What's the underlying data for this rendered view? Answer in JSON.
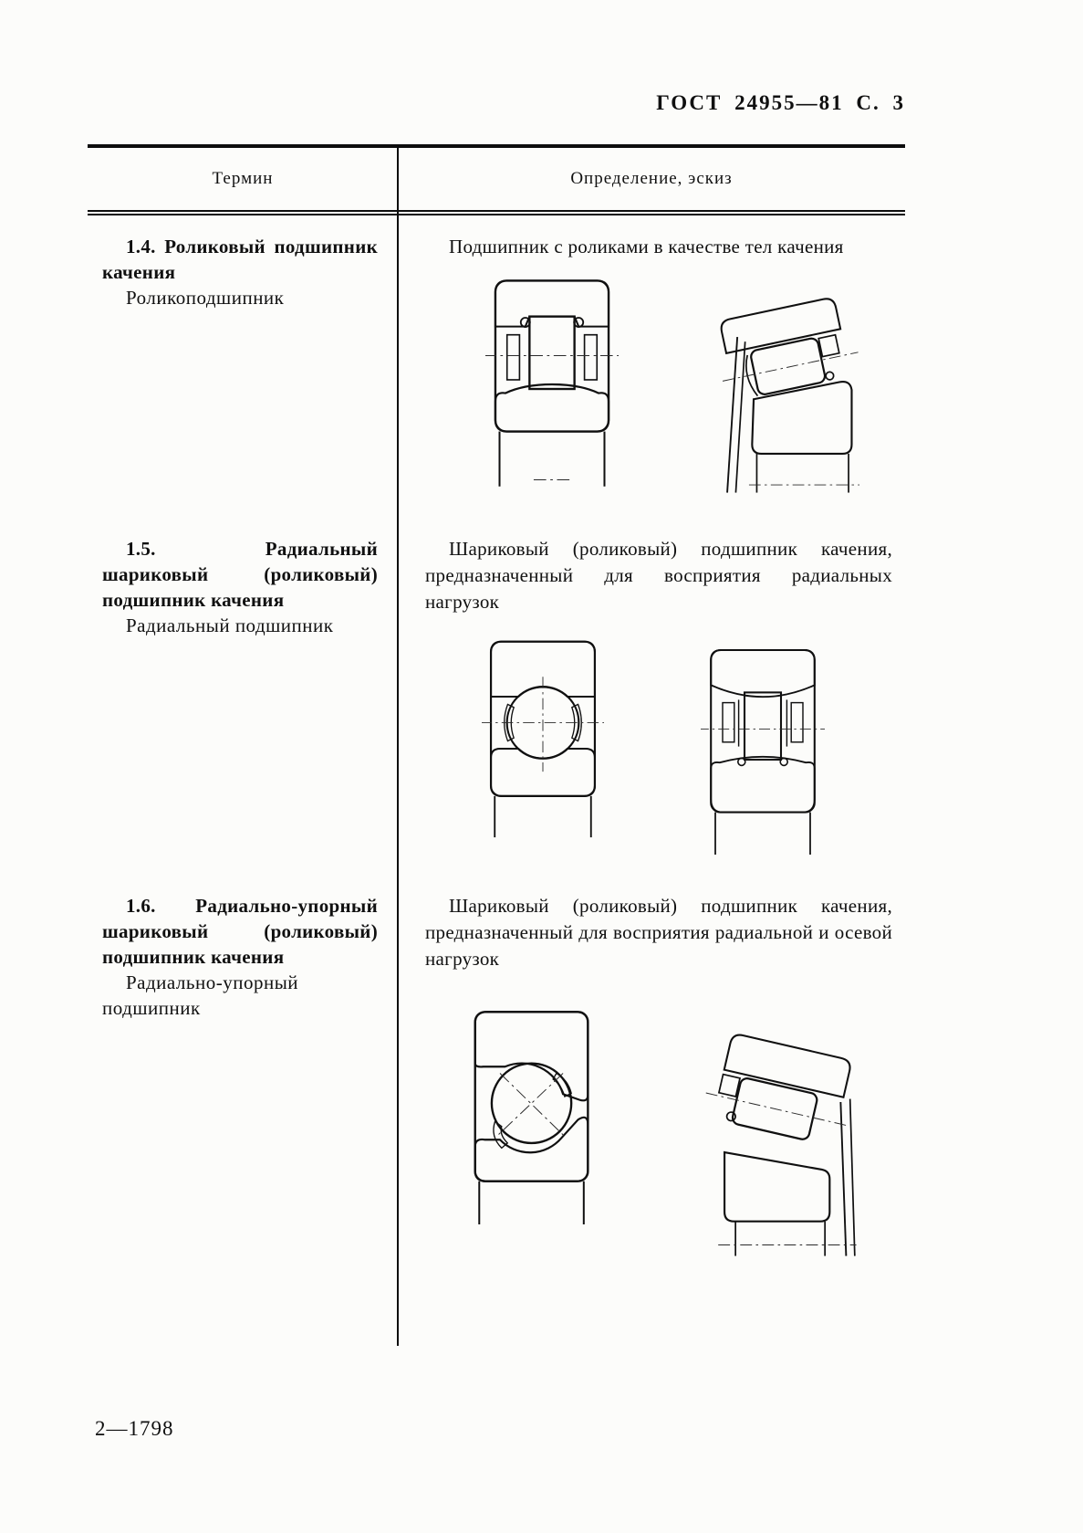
{
  "page": {
    "header": "ГОСТ 24955—81 С. 3",
    "footer": "2—1798"
  },
  "table": {
    "columns": {
      "term": "Термин",
      "definition": "Определение, эскиз"
    },
    "rows": [
      {
        "number": "1.4.",
        "term_bold": "Роликовый подшипник качения",
        "term_plain": "Роликоподшипник",
        "definition": "Подшипник с роликами в качестве тел качения",
        "sketches": [
          "cylindrical-roller-bearing-section",
          "tapered-roller-bearing-section"
        ]
      },
      {
        "number": "1.5.",
        "term_bold": "Радиальный шариковый (роликовый) подшипник качения",
        "term_plain": "Радиальный подшипник",
        "definition": "Шариковый (роликовый) подшипник качения, предназначенный для восприятия радиальных нагрузок",
        "sketches": [
          "radial-ball-bearing-section",
          "radial-roller-bearing-section"
        ]
      },
      {
        "number": "1.6.",
        "term_bold": "Радиально-упорный шариковый (роликовый) подшипник качения",
        "term_plain": "Радиально-упорный подшипник",
        "definition": "Шариковый (роликовый) подшипник качения, предназначенный для восприятия радиальной и осевой нагрузок",
        "sketches": [
          "angular-contact-ball-bearing-section",
          "tapered-roller-bearing-section-2"
        ]
      }
    ]
  },
  "colors": {
    "ink": "#0d0d0d",
    "paper": "#fcfcfa"
  }
}
